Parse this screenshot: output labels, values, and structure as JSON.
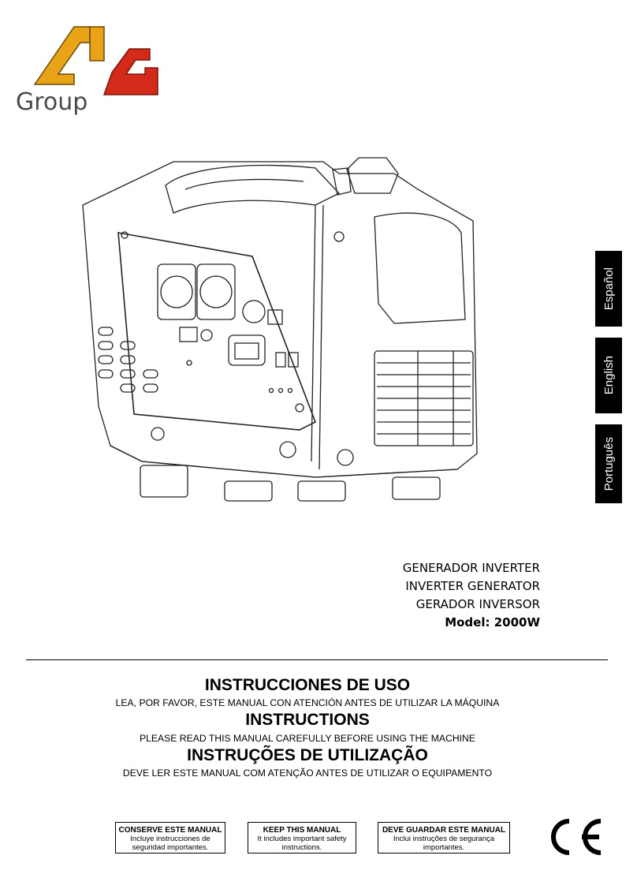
{
  "logo": {
    "word": "Group",
    "colors": {
      "gold": "#e8a317",
      "red": "#d42a1a",
      "dark": "#4a4a4a"
    }
  },
  "language_tabs": [
    "Español",
    "English",
    "Português"
  ],
  "product": {
    "title_es": "GENERADOR INVERTER",
    "title_en": "INVERTER GENERATOR",
    "title_pt": "GERADOR INVERSOR",
    "model": "Model: 2000W"
  },
  "instructions": {
    "es": {
      "heading": "INSTRUCCIONES DE USO",
      "note": "LEA, POR FAVOR, ESTE MANUAL CON ATENCIÓN ANTES DE UTILIZAR LA MÁQUINA"
    },
    "en": {
      "heading": "INSTRUCTIONS",
      "note": "PLEASE READ THIS MANUAL CAREFULLY BEFORE USING THE MACHINE"
    },
    "pt": {
      "heading": "INSTRUÇÕES DE UTILIZAÇÃO",
      "note": "DEVE LER ESTE MANUAL COM ATENÇÃO ANTES DE UTILIZAR O EQUIPAMENTO"
    }
  },
  "keep_boxes": [
    {
      "title": "CONSERVE ESTE MANUAL",
      "text": "Incluye instrucciones de seguridad importantes."
    },
    {
      "title": "KEEP THIS MANUAL",
      "text": "It includes important safety instructions."
    },
    {
      "title": "DEVE GUARDAR ESTE MANUAL",
      "text": "Inclui instruções de segurança importantes."
    }
  ],
  "icons": {
    "certification": "ce-mark-icon",
    "product_image": "inverter-generator-illustration"
  }
}
